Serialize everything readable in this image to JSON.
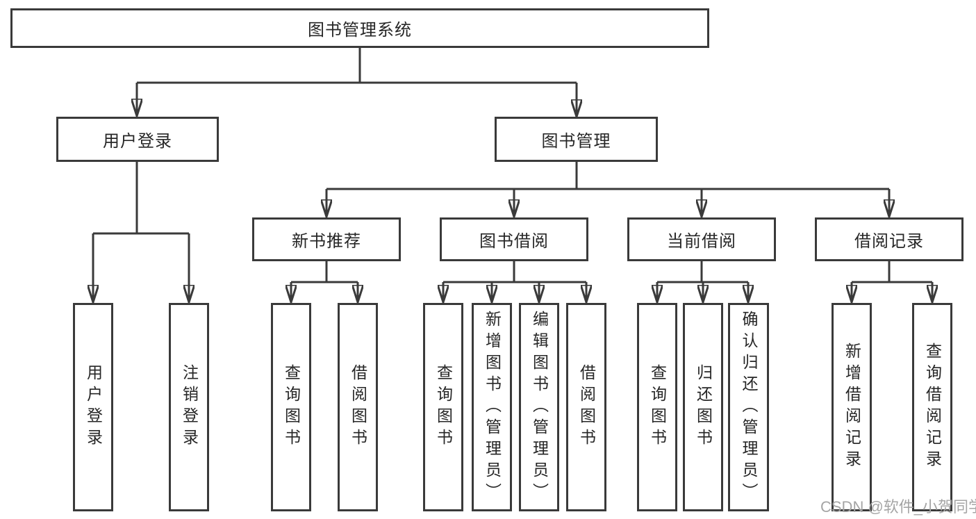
{
  "diagram": {
    "root": {
      "label": "图书管理系统"
    },
    "branches": {
      "user_login": {
        "label": "用户登录",
        "children": {
          "login": {
            "label": "用户登录"
          },
          "logout": {
            "label": "注销登录"
          }
        }
      },
      "book_mgmt": {
        "label": "图书管理",
        "sections": {
          "new_book_rec": {
            "label": "新书推荐",
            "children": {
              "query_books": {
                "label": "查询图书"
              },
              "borrow_books": {
                "label": "借阅图书"
              }
            }
          },
          "book_borrow": {
            "label": "图书借阅",
            "children": {
              "query_books": {
                "label": "查询图书"
              },
              "add_books": {
                "label": "新增图书（管理员）"
              },
              "edit_books": {
                "label": "编辑图书（管理员）"
              },
              "borrow_books": {
                "label": "借阅图书"
              }
            }
          },
          "current_borrow": {
            "label": "当前借阅",
            "children": {
              "query_books": {
                "label": "查询图书"
              },
              "return_books": {
                "label": "归还图书"
              },
              "confirm_return": {
                "label": "确认归还（管理员）"
              }
            }
          },
          "borrow_records": {
            "label": "借阅记录",
            "children": {
              "add_record": {
                "label": "新增借阅记录"
              },
              "query_record": {
                "label": "查询借阅记录"
              }
            }
          }
        }
      }
    }
  },
  "watermark": {
    "text": "CSDN @软件_小贺同学"
  },
  "colors": {
    "line": "#3a3a3a",
    "text": "#262626",
    "background": "#ffffff",
    "watermark": "#a5a5a5"
  }
}
